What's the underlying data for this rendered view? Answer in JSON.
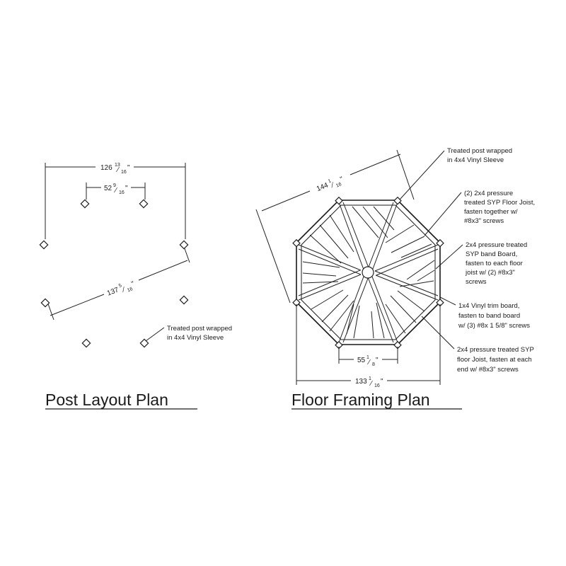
{
  "post_layout": {
    "title": "Post Layout Plan",
    "dim_overall": "126",
    "dim_overall_frac_num": "13",
    "dim_overall_frac_den": "16",
    "dim_inner": "52",
    "dim_inner_frac_num": "9",
    "dim_inner_frac_den": "16",
    "dim_diagonal": "137",
    "dim_diagonal_frac_num": "5",
    "dim_diagonal_frac_den": "16",
    "note_post_line1": "Treated post wrapped",
    "note_post_line2": "in 4x4 Vinyl Sleeve"
  },
  "floor_framing": {
    "title": "Floor Framing Plan",
    "dim_diagonal": "144",
    "dim_diagonal_frac_num": "1",
    "dim_diagonal_frac_den": "16",
    "dim_side": "55",
    "dim_side_frac_num": "1",
    "dim_side_frac_den": "8",
    "dim_overall": "133",
    "dim_overall_frac_num": "1",
    "dim_overall_frac_den": "16",
    "notes": {
      "post": [
        "Treated post wrapped",
        "in 4x4 Vinyl Sleeve"
      ],
      "joist_double": [
        "(2) 2x4 pressure",
        "treated SYP Floor Joist,",
        "fasten together w/",
        "#8x3\" screws"
      ],
      "band_board": [
        "2x4 pressure treated",
        "SYP band Board,",
        "fasten to each floor",
        "joist w/ (2) #8x3\"",
        "screws"
      ],
      "trim_board": [
        "1x4 Vinyl trim board,",
        "fasten to band board",
        "w/ (3) #8x 1 5/8\" screws"
      ],
      "joist_single": [
        "2x4 pressure treated SYP",
        "floor Joist, fasten at each",
        "end w/ #8x3\" screws"
      ]
    }
  }
}
